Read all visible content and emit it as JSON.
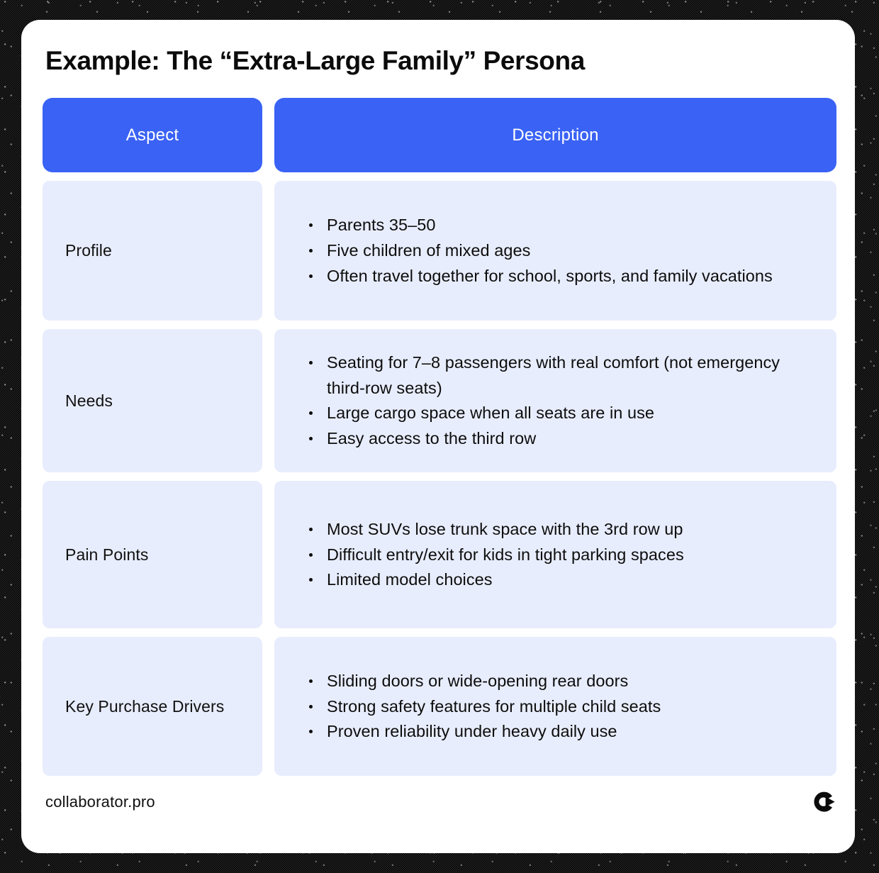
{
  "page": {
    "title": "Example: The “Extra-Large Family” Persona"
  },
  "theme": {
    "header_blue": "#3a62f5",
    "cell_background": "#e8edfd",
    "card_background": "#ffffff",
    "frame": "#000000",
    "text": "#0d0d0d"
  },
  "table": {
    "headers": {
      "aspect": "Aspect",
      "description": "Description"
    },
    "rows": [
      {
        "aspect": "Profile",
        "bullets": [
          "Parents 35–50",
          "Five children of mixed ages",
          "Often travel together for school, sports, and family vacations"
        ]
      },
      {
        "aspect": "Needs",
        "bullets": [
          "Seating for 7–8 passengers with real comfort (not emergency third-row seats)",
          "Large cargo space when all seats are in use",
          "Easy access to the third row"
        ]
      },
      {
        "aspect": "Pain Points",
        "bullets": [
          "Most SUVs lose trunk space with the 3rd row up",
          "Difficult entry/exit for kids in tight parking spaces",
          "Limited model choices"
        ]
      },
      {
        "aspect": "Key Purchase Drivers",
        "bullets": [
          "Sliding doors or wide-opening rear doors",
          "Strong safety features for multiple child seats",
          "Proven reliability under heavy daily use"
        ]
      }
    ]
  },
  "footer": {
    "url": "collaborator.pro",
    "logo_name": "collaborator-logo-icon"
  }
}
